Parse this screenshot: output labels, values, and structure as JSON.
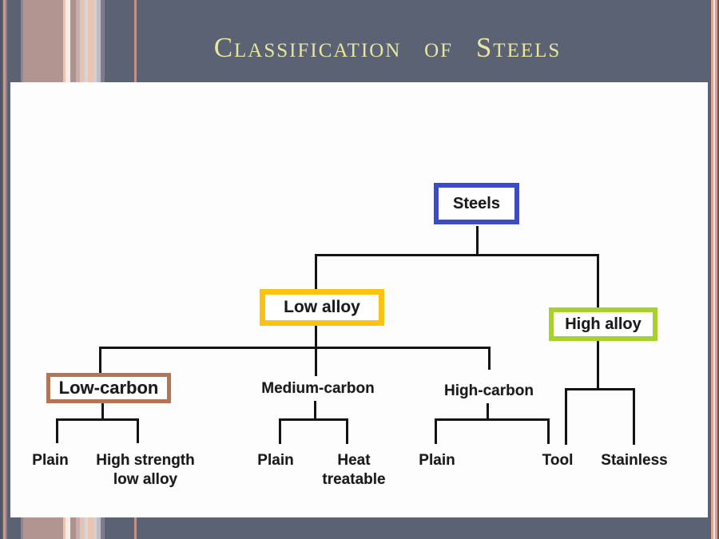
{
  "slide": {
    "title": "Classification of Steels",
    "title_color": "#e9e6a0",
    "background": "#5a6273",
    "accent_stripe_colors": [
      "#b29490",
      "#f2c3ac",
      "#c09288",
      "#dca595"
    ]
  },
  "diagram": {
    "line_color": "#141414",
    "nodes": {
      "steels": {
        "label": "Steels",
        "border_color": "#3c4cc8"
      },
      "low_alloy": {
        "label": "Low alloy",
        "border_color": "#fcc211"
      },
      "high_alloy": {
        "label": "High alloy",
        "border_color": "#a6d22b"
      },
      "low_carbon": {
        "label": "Low-carbon",
        "border_color": "#b27655"
      },
      "medium_carbon": {
        "label": "Medium-carbon"
      },
      "high_carbon": {
        "label": "High-carbon"
      },
      "plain_low": {
        "label": "Plain"
      },
      "high_strength": {
        "line1": "High strength",
        "line2": "low alloy"
      },
      "plain_medium": {
        "label": "Plain"
      },
      "heat_treatable": {
        "line1": "Heat",
        "line2": "treatable"
      },
      "plain_high": {
        "label": "Plain"
      },
      "tool": {
        "label": "Tool"
      },
      "stainless": {
        "label": "Stainless"
      }
    }
  }
}
